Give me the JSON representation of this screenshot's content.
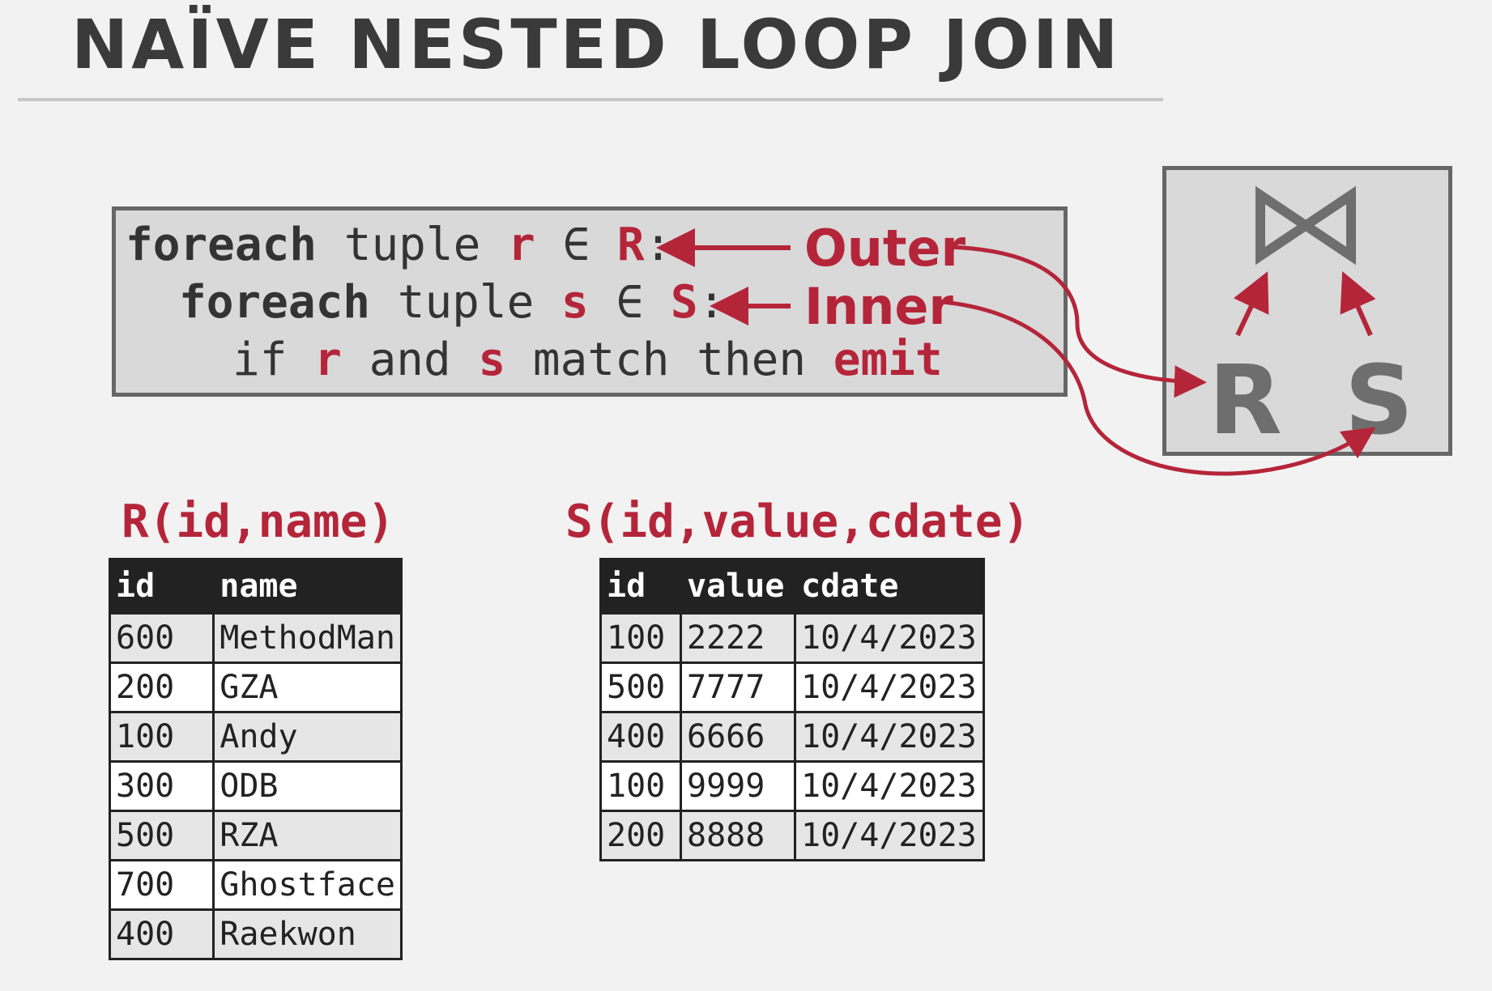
{
  "title": "NAÏVE NESTED LOOP JOIN",
  "code": {
    "line1": {
      "kw": "foreach",
      "rest": " tuple ",
      "var": "r",
      "mid": " ∈ ",
      "rel": "R",
      "end": ":"
    },
    "line2": {
      "kw": "foreach",
      "rest": " tuple ",
      "var": "s",
      "mid": " ∈ ",
      "rel": "S",
      "end": ":"
    },
    "line3": {
      "a": "if ",
      "r": "r",
      "b": " and ",
      "s": "s",
      "c": " match then ",
      "emit": "emit"
    }
  },
  "annotations": {
    "outer": "Outer",
    "inner": "Inner"
  },
  "join_diagram": {
    "symbol": "⋈",
    "left": "R",
    "right": "S"
  },
  "colors": {
    "accent": "#b5253a",
    "box_fill": "#d9d9d9",
    "box_border": "#666666"
  },
  "table_r": {
    "schema": "R(id,name)",
    "columns": [
      "id",
      "name"
    ],
    "rows": [
      [
        "600",
        "MethodMan"
      ],
      [
        "200",
        "GZA"
      ],
      [
        "100",
        "Andy"
      ],
      [
        "300",
        "ODB"
      ],
      [
        "500",
        "RZA"
      ],
      [
        "700",
        "Ghostface"
      ],
      [
        "400",
        "Raekwon"
      ]
    ]
  },
  "table_s": {
    "schema": "S(id,value,cdate)",
    "columns": [
      "id",
      "value",
      "cdate"
    ],
    "rows": [
      [
        "100",
        "2222",
        "10/4/2023"
      ],
      [
        "500",
        "7777",
        "10/4/2023"
      ],
      [
        "400",
        "6666",
        "10/4/2023"
      ],
      [
        "100",
        "9999",
        "10/4/2023"
      ],
      [
        "200",
        "8888",
        "10/4/2023"
      ]
    ]
  }
}
